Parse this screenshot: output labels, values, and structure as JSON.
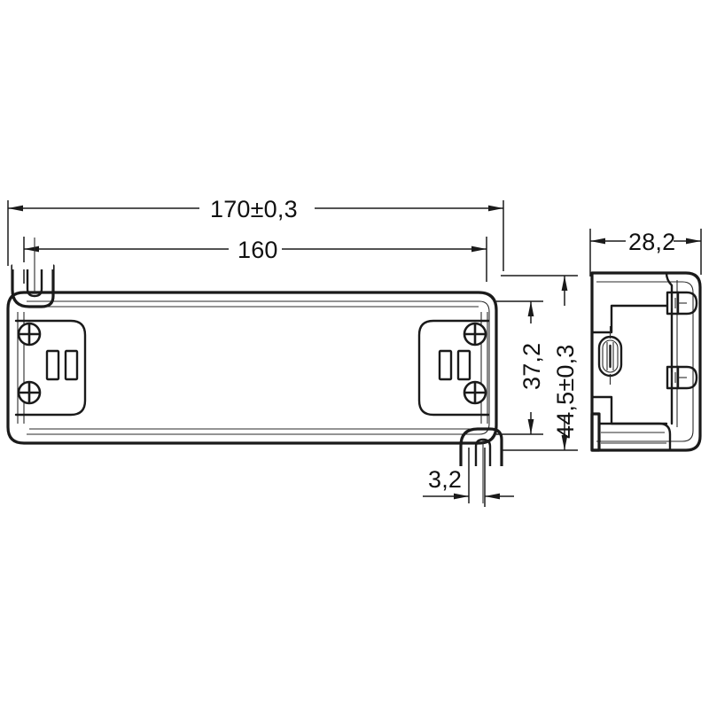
{
  "drawing": {
    "title": "LED driver housing dimensional drawing",
    "units": "mm",
    "views": {
      "top": {
        "name": "top-view",
        "description": "Rectangular housing top view with two terminal blocks and mounting screws"
      },
      "side": {
        "name": "side-view",
        "description": "End view of housing showing connector port and cable entries"
      }
    },
    "dimensions": {
      "overall_length": "170±0,3",
      "body_length": "160",
      "inner_height": "37,2",
      "overall_height": "44,5±0,3",
      "notch_offset": "3,2",
      "depth": "28,2"
    },
    "features": {
      "screw_count": 4,
      "slot_count": 4,
      "terminal_blocks": 2,
      "cable_entries": 2,
      "connector_ports": 1,
      "corner_notches": 2
    },
    "colors": {
      "line": "#1a1a1a",
      "background": "#ffffff",
      "dimension": "#111111"
    }
  }
}
